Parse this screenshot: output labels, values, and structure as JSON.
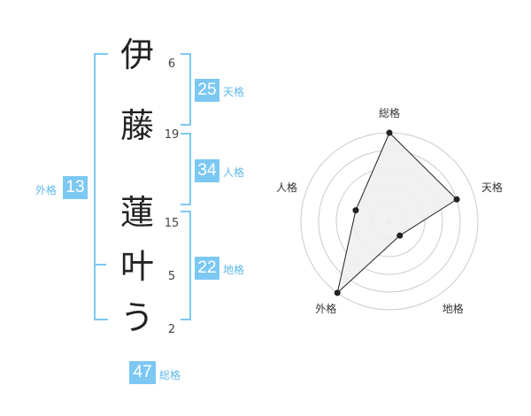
{
  "name": {
    "characters": [
      {
        "char": "伊",
        "strokes": "6"
      },
      {
        "char": "藤",
        "strokes": "19"
      },
      {
        "char": "蓮",
        "strokes": "15"
      },
      {
        "char": "叶",
        "strokes": "5"
      },
      {
        "char": "う",
        "strokes": "2"
      }
    ]
  },
  "kaku": {
    "tenkaku": {
      "value": "25",
      "label": "天格"
    },
    "jinkaku": {
      "value": "34",
      "label": "人格"
    },
    "chikaku": {
      "value": "22",
      "label": "地格"
    },
    "gaikaku": {
      "value": "13",
      "label": "外格"
    },
    "soukaku": {
      "value": "47",
      "label": "総格"
    }
  },
  "colors": {
    "accent": "#7cc8f3",
    "accent_text": "#5fb8ea",
    "radar_fill": "#efefef",
    "radar_grid": "#cccccc"
  },
  "chart_data": {
    "type": "radar",
    "axes": [
      "総格",
      "天格",
      "地格",
      "外格",
      "人格"
    ],
    "scale_levels": 5,
    "max": 5,
    "values": [
      5,
      4,
      1,
      5,
      2
    ]
  }
}
